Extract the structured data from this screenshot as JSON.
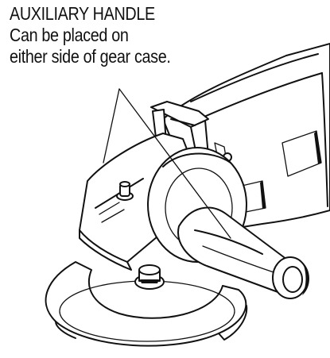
{
  "caption": {
    "title": "AUXILIARY HANDLE",
    "line1": "Can be placed on",
    "line2": "either side of gear case."
  },
  "colors": {
    "ink": "#111111",
    "paper": "#ffffff"
  }
}
